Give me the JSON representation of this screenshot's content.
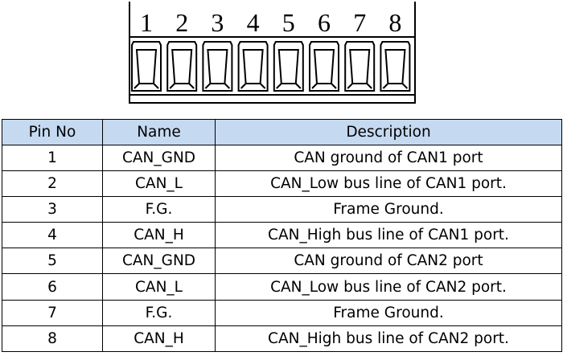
{
  "connector": {
    "pin_labels": [
      "1",
      "2",
      "3",
      "4",
      "5",
      "6",
      "7",
      "8"
    ]
  },
  "table": {
    "header": {
      "pin": "Pin No",
      "name": "Name",
      "description": "Description"
    },
    "rows": [
      {
        "pin": "1",
        "name": "CAN_GND",
        "description": "CAN ground of CAN1 port"
      },
      {
        "pin": "2",
        "name": "CAN_L",
        "description": "CAN_Low bus line of CAN1 port."
      },
      {
        "pin": "3",
        "name": "F.G.",
        "description": "Frame Ground."
      },
      {
        "pin": "4",
        "name": "CAN_H",
        "description": "CAN_High bus line of CAN1 port."
      },
      {
        "pin": "5",
        "name": "CAN_GND",
        "description": "CAN ground of CAN2 port"
      },
      {
        "pin": "6",
        "name": "CAN_L",
        "description": "CAN_Low bus line of CAN2 port."
      },
      {
        "pin": "7",
        "name": "F.G.",
        "description": "Frame Ground."
      },
      {
        "pin": "8",
        "name": "CAN_H",
        "description": "CAN_High bus line of CAN2 port."
      }
    ]
  },
  "colors": {
    "header_fill": "#c5d9f1",
    "table_border": "#000000",
    "connector_stroke": "#000000"
  }
}
